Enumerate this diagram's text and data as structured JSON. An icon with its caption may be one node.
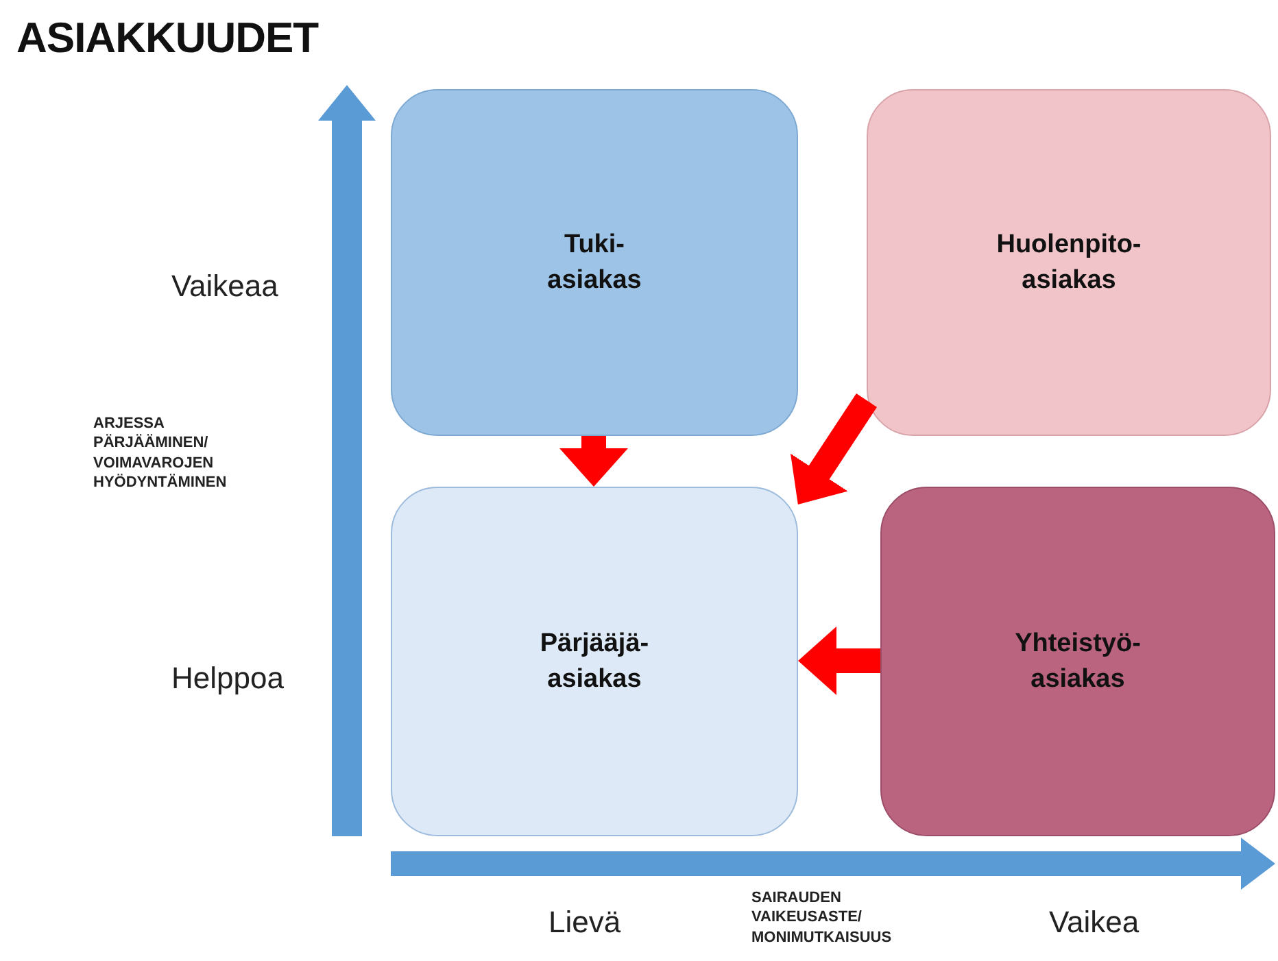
{
  "diagram": {
    "title": "ASIAKKUUDET",
    "nodes": [
      {
        "text": [
          "Tuki- asiakas"
        ]
      },
      {
        "text": [
          "Huolenpito- asiakas"
        ]
      },
      {
        "text": [
          "Pärjääjä- asiakas"
        ]
      },
      {
        "text": [
          "Yhteistyö- asiakas"
        ]
      }
    ],
    "edges": [
      {
        "from": 0,
        "to": 2,
        "arrow": "to"
      },
      {
        "from": 1,
        "to": 2,
        "arrow": "to"
      },
      {
        "from": 3,
        "to": 2,
        "arrow": "to"
      }
    ],
    "labels": [
      "Vaikeaa",
      "ARJESSA PÄRJÄÄMINEN/ VOIMAVAROJEN HYÖDYNTÄMINEN",
      "Helppoa",
      "Lievä",
      "SAIRAUDEN VAIKEUSASTE/ MONIMUTKAISUUS",
      "Vaikea"
    ]
  }
}
